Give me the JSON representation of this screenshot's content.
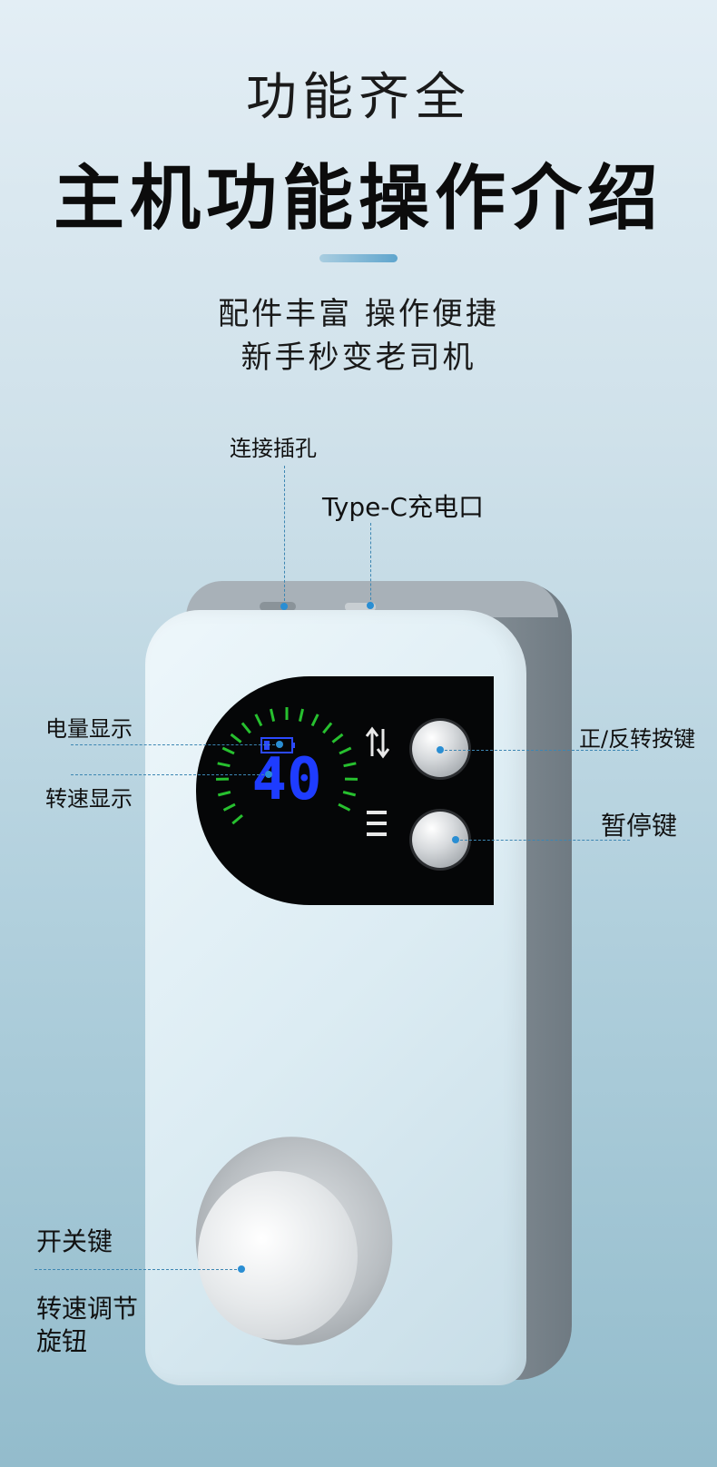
{
  "header": {
    "subtitle": "功能齐全",
    "title": "主机功能操作介绍",
    "tagline_line1": "配件丰富  操作便捷",
    "tagline_line2": "新手秒变老司机"
  },
  "labels": {
    "connection_port": "连接插孔",
    "typec_port": "Type-C充电口",
    "battery_display": "电量显示",
    "speed_display": "转速显示",
    "direction_button": "正/反转按键",
    "pause_button": "暂停键",
    "power_switch": "开关键",
    "speed_knob_line1": "转速调节",
    "speed_knob_line2": "旋钮"
  },
  "display": {
    "speed_value": "40",
    "segment_color": "#1e3cff",
    "tick_color": "#27c02f",
    "battery_color": "#2b49ff"
  },
  "colors": {
    "accent_line": "#3d86b2",
    "dot": "#2a8ed3"
  }
}
